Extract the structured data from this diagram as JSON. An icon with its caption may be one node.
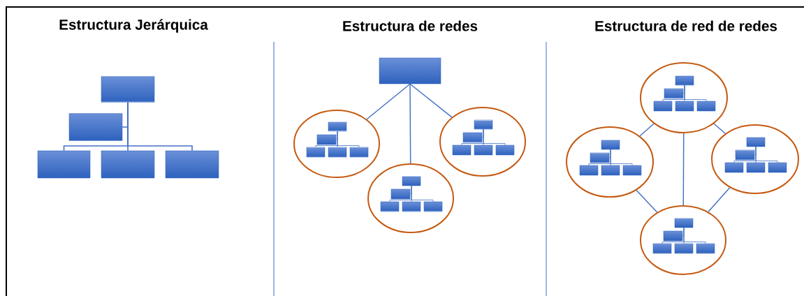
{
  "diagram": {
    "nodes": [
      {
        "text": [],
        "shape": "box"
      },
      {
        "text": [],
        "shape": "box"
      },
      {
        "text": [],
        "shape": "box"
      },
      {
        "text": [],
        "shape": "box"
      },
      {
        "text": [],
        "shape": "box"
      },
      {
        "text": [],
        "shape": "box"
      },
      {
        "text": [],
        "shape": "ellipse"
      },
      {
        "text": [],
        "shape": "box",
        "in": 6
      },
      {
        "text": [],
        "shape": "box",
        "in": 6
      },
      {
        "text": [],
        "shape": "box",
        "in": 6
      },
      {
        "text": [],
        "shape": "box",
        "in": 6
      },
      {
        "text": [],
        "shape": "box",
        "in": 6
      },
      {
        "text": [],
        "shape": "ellipse"
      },
      {
        "text": [],
        "shape": "box",
        "in": 12
      },
      {
        "text": [],
        "shape": "box",
        "in": 12
      },
      {
        "text": [],
        "shape": "box",
        "in": 12
      },
      {
        "text": [],
        "shape": "box",
        "in": 12
      },
      {
        "text": [],
        "shape": "box",
        "in": 12
      },
      {
        "text": [],
        "shape": "ellipse"
      },
      {
        "text": [],
        "shape": "box",
        "in": 18
      },
      {
        "text": [],
        "shape": "box",
        "in": 18
      },
      {
        "text": [],
        "shape": "box",
        "in": 18
      },
      {
        "text": [],
        "shape": "box",
        "in": 18
      },
      {
        "text": [],
        "shape": "box",
        "in": 18
      },
      {
        "text": [],
        "shape": "ellipse"
      },
      {
        "text": [],
        "shape": "box",
        "in": 24
      },
      {
        "text": [],
        "shape": "box",
        "in": 24
      },
      {
        "text": [],
        "shape": "box",
        "in": 24
      },
      {
        "text": [],
        "shape": "box",
        "in": 24
      },
      {
        "text": [],
        "shape": "box",
        "in": 24
      },
      {
        "text": [],
        "shape": "ellipse"
      },
      {
        "text": [],
        "shape": "box",
        "in": 30
      },
      {
        "text": [],
        "shape": "box",
        "in": 30
      },
      {
        "text": [],
        "shape": "box",
        "in": 30
      },
      {
        "text": [],
        "shape": "box",
        "in": 30
      },
      {
        "text": [],
        "shape": "box",
        "in": 30
      },
      {
        "text": [],
        "shape": "ellipse"
      },
      {
        "text": [],
        "shape": "box",
        "in": 36
      },
      {
        "text": [],
        "shape": "box",
        "in": 36
      },
      {
        "text": [],
        "shape": "box",
        "in": 36
      },
      {
        "text": [],
        "shape": "box",
        "in": 36
      },
      {
        "text": [],
        "shape": "box",
        "in": 36
      },
      {
        "text": [],
        "shape": "ellipse"
      },
      {
        "text": [],
        "shape": "box",
        "in": 42
      },
      {
        "text": [],
        "shape": "box",
        "in": 42
      },
      {
        "text": [],
        "shape": "box",
        "in": 42
      },
      {
        "text": [],
        "shape": "box",
        "in": 42
      },
      {
        "text": [],
        "shape": "box",
        "in": 42
      }
    ],
    "edges": [
      {
        "from": 0,
        "to": 1,
        "arrow": "none"
      },
      {
        "from": 0,
        "to": 2,
        "arrow": "none"
      },
      {
        "from": 0,
        "to": 3,
        "arrow": "none"
      },
      {
        "from": 0,
        "to": 4,
        "arrow": "none"
      },
      {
        "from": 5,
        "to": 6,
        "arrow": "none"
      },
      {
        "from": 5,
        "to": 12,
        "arrow": "none"
      },
      {
        "from": 5,
        "to": 18,
        "arrow": "none"
      },
      {
        "from": 7,
        "to": 8,
        "arrow": "none"
      },
      {
        "from": 7,
        "to": 9,
        "arrow": "none"
      },
      {
        "from": 7,
        "to": 10,
        "arrow": "none"
      },
      {
        "from": 7,
        "to": 11,
        "arrow": "none"
      },
      {
        "from": 13,
        "to": 14,
        "arrow": "none"
      },
      {
        "from": 13,
        "to": 15,
        "arrow": "none"
      },
      {
        "from": 13,
        "to": 16,
        "arrow": "none"
      },
      {
        "from": 13,
        "to": 17,
        "arrow": "none"
      },
      {
        "from": 19,
        "to": 20,
        "arrow": "none"
      },
      {
        "from": 19,
        "to": 21,
        "arrow": "none"
      },
      {
        "from": 19,
        "to": 22,
        "arrow": "none"
      },
      {
        "from": 19,
        "to": 23,
        "arrow": "none"
      },
      {
        "from": 24,
        "to": 30,
        "arrow": "none"
      },
      {
        "from": 24,
        "to": 36,
        "arrow": "none"
      },
      {
        "from": 24,
        "to": 42,
        "arrow": "none"
      },
      {
        "from": 30,
        "to": 42,
        "arrow": "none"
      },
      {
        "from": 36,
        "to": 42,
        "arrow": "none"
      },
      {
        "from": 25,
        "to": 26,
        "arrow": "none"
      },
      {
        "from": 25,
        "to": 27,
        "arrow": "none"
      },
      {
        "from": 25,
        "to": 28,
        "arrow": "none"
      },
      {
        "from": 25,
        "to": 29,
        "arrow": "none"
      },
      {
        "from": 31,
        "to": 32,
        "arrow": "none"
      },
      {
        "from": 31,
        "to": 33,
        "arrow": "none"
      },
      {
        "from": 31,
        "to": 34,
        "arrow": "none"
      },
      {
        "from": 31,
        "to": 35,
        "arrow": "none"
      },
      {
        "from": 37,
        "to": 38,
        "arrow": "none"
      },
      {
        "from": 37,
        "to": 39,
        "arrow": "none"
      },
      {
        "from": 37,
        "to": 40,
        "arrow": "none"
      },
      {
        "from": 37,
        "to": 41,
        "arrow": "none"
      },
      {
        "from": 43,
        "to": 44,
        "arrow": "none"
      },
      {
        "from": 43,
        "to": 45,
        "arrow": "none"
      },
      {
        "from": 43,
        "to": 46,
        "arrow": "none"
      },
      {
        "from": 43,
        "to": 47,
        "arrow": "none"
      }
    ],
    "labels": [
      "Estructura Jerárquica",
      "Estructura de redes",
      "Estructura de red de redes"
    ]
  }
}
